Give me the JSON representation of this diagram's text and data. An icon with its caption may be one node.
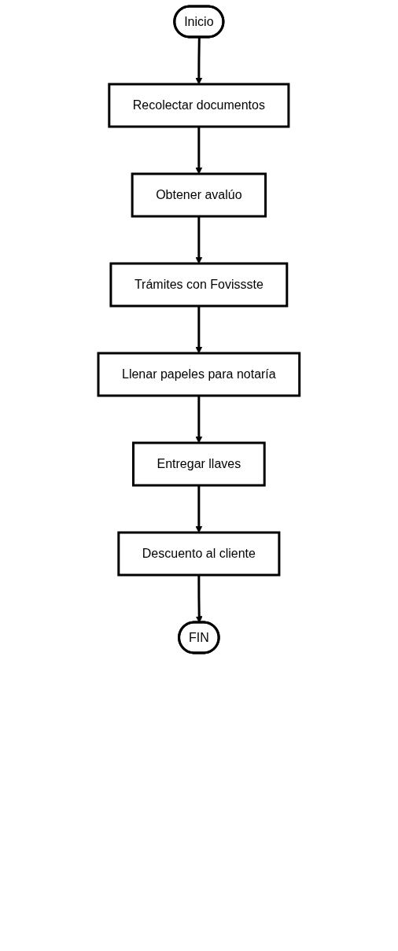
{
  "diagram": {
    "nodes": [
      {
        "text": [
          "Inicio"
        ]
      },
      {
        "text": [
          "Recolectar documentos"
        ]
      },
      {
        "text": [
          "Obtener avalúo"
        ]
      },
      {
        "text": [
          "Trámites con Fovissste"
        ]
      },
      {
        "text": [
          "Llenar papeles para notaría"
        ]
      },
      {
        "text": [
          "Entregar llaves"
        ]
      },
      {
        "text": [
          "Descuento al cliente"
        ]
      },
      {
        "text": [
          "FIN"
        ]
      }
    ],
    "edges": [
      {
        "from": 0,
        "to": 1,
        "arrow": "to"
      },
      {
        "from": 1,
        "to": 2,
        "arrow": "to"
      },
      {
        "from": 2,
        "to": 3,
        "arrow": "to"
      },
      {
        "from": 3,
        "to": 4,
        "arrow": "to"
      },
      {
        "from": 4,
        "to": 5,
        "arrow": "to"
      },
      {
        "from": 5,
        "to": 6,
        "arrow": "to"
      },
      {
        "from": 6,
        "to": 7,
        "arrow": "to"
      }
    ]
  }
}
